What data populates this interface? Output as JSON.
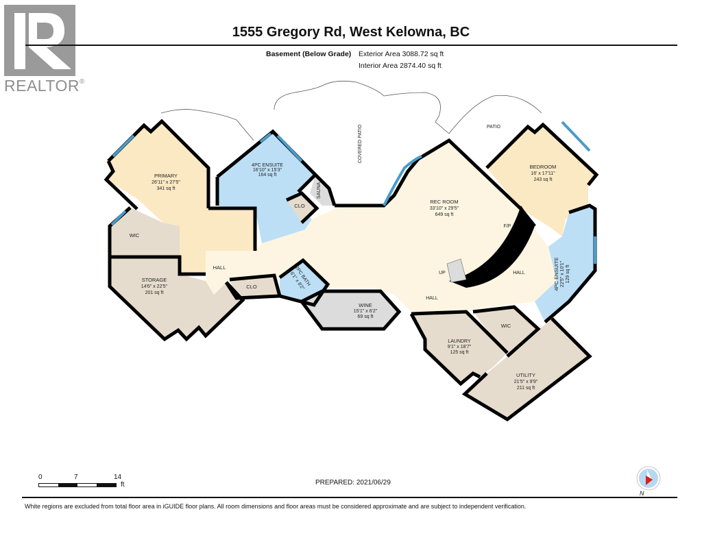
{
  "logo": {
    "brand": "REALTOR",
    "mark": "®"
  },
  "header": {
    "title": "1555 Gregory Rd, West Kelowna, BC",
    "level": "Basement (Below Grade)",
    "exterior_area": "Exterior Area 3088.72 sq ft",
    "interior_area": "Interior Area 2874.40 sq ft"
  },
  "colors": {
    "bedroom_fill": "#fbe9c3",
    "bath_fill": "#bcdff6",
    "utility_fill": "#e6dccd",
    "living_fill": "#fdf5e1",
    "wine_fill": "#dcdcdc",
    "wall": "#000000",
    "window": "#4a9cc9"
  },
  "rooms": {
    "primary": {
      "name": "PRIMARY",
      "dims": "26'11\" x 27'5\"",
      "area": "341 sq ft"
    },
    "ensuite4_a": {
      "name": "4PC ENSUITE",
      "dims": "16'10\" x 15'3\"",
      "area": "164 sq ft"
    },
    "sauna": {
      "name": "SAUNA"
    },
    "clo_upper": {
      "name": "CLO"
    },
    "wic_left": {
      "name": "WIC"
    },
    "hall_left": {
      "name": "HALL"
    },
    "storage": {
      "name": "STORAGE",
      "dims": "14'6\" x 22'5\"",
      "area": "201 sq ft"
    },
    "clo_lower": {
      "name": "CLO"
    },
    "bath2": {
      "name": "2PC BATH",
      "dims": "6'1\" x 8'2\""
    },
    "wine": {
      "name": "WINE",
      "dims": "15'1\" x 6'2\"",
      "area": "69 sq ft"
    },
    "covered_patio": {
      "name": "COVERED PATIO"
    },
    "patio": {
      "name": "PATIO"
    },
    "rec_room": {
      "name": "REC ROOM",
      "dims": "33'10\" x 29'5\"",
      "area": "649 sq ft"
    },
    "fireplace": {
      "name": "F/P"
    },
    "stairs": {
      "name": "UP"
    },
    "hall_center": {
      "name": "HALL"
    },
    "hall_right": {
      "name": "HALL"
    },
    "bedroom": {
      "name": "BEDROOM",
      "dims": "16' x 17'11\"",
      "area": "243 sq ft"
    },
    "ensuite4_b": {
      "name": "4PC ENSUITE",
      "dims": "22'5\" x 10'1\"",
      "area": "129 sq ft"
    },
    "laundry": {
      "name": "LAUNDRY",
      "dims": "9'1\" x 18'7\"",
      "area": "125 sq ft"
    },
    "wic_right": {
      "name": "WIC"
    },
    "utility": {
      "name": "UTILITY",
      "dims": "21'5\" x 9'9\"",
      "area": "211 sq ft"
    }
  },
  "scale": {
    "ticks": [
      "0",
      "7",
      "14"
    ],
    "unit": "ft"
  },
  "prepared": "PREPARED: 2021/06/29",
  "compass": {
    "label": "N"
  },
  "disclaimer": "White regions are excluded from total floor area in iGUIDE floor plans. All room dimensions and floor areas must be considered approximate and are subject to independent verification."
}
